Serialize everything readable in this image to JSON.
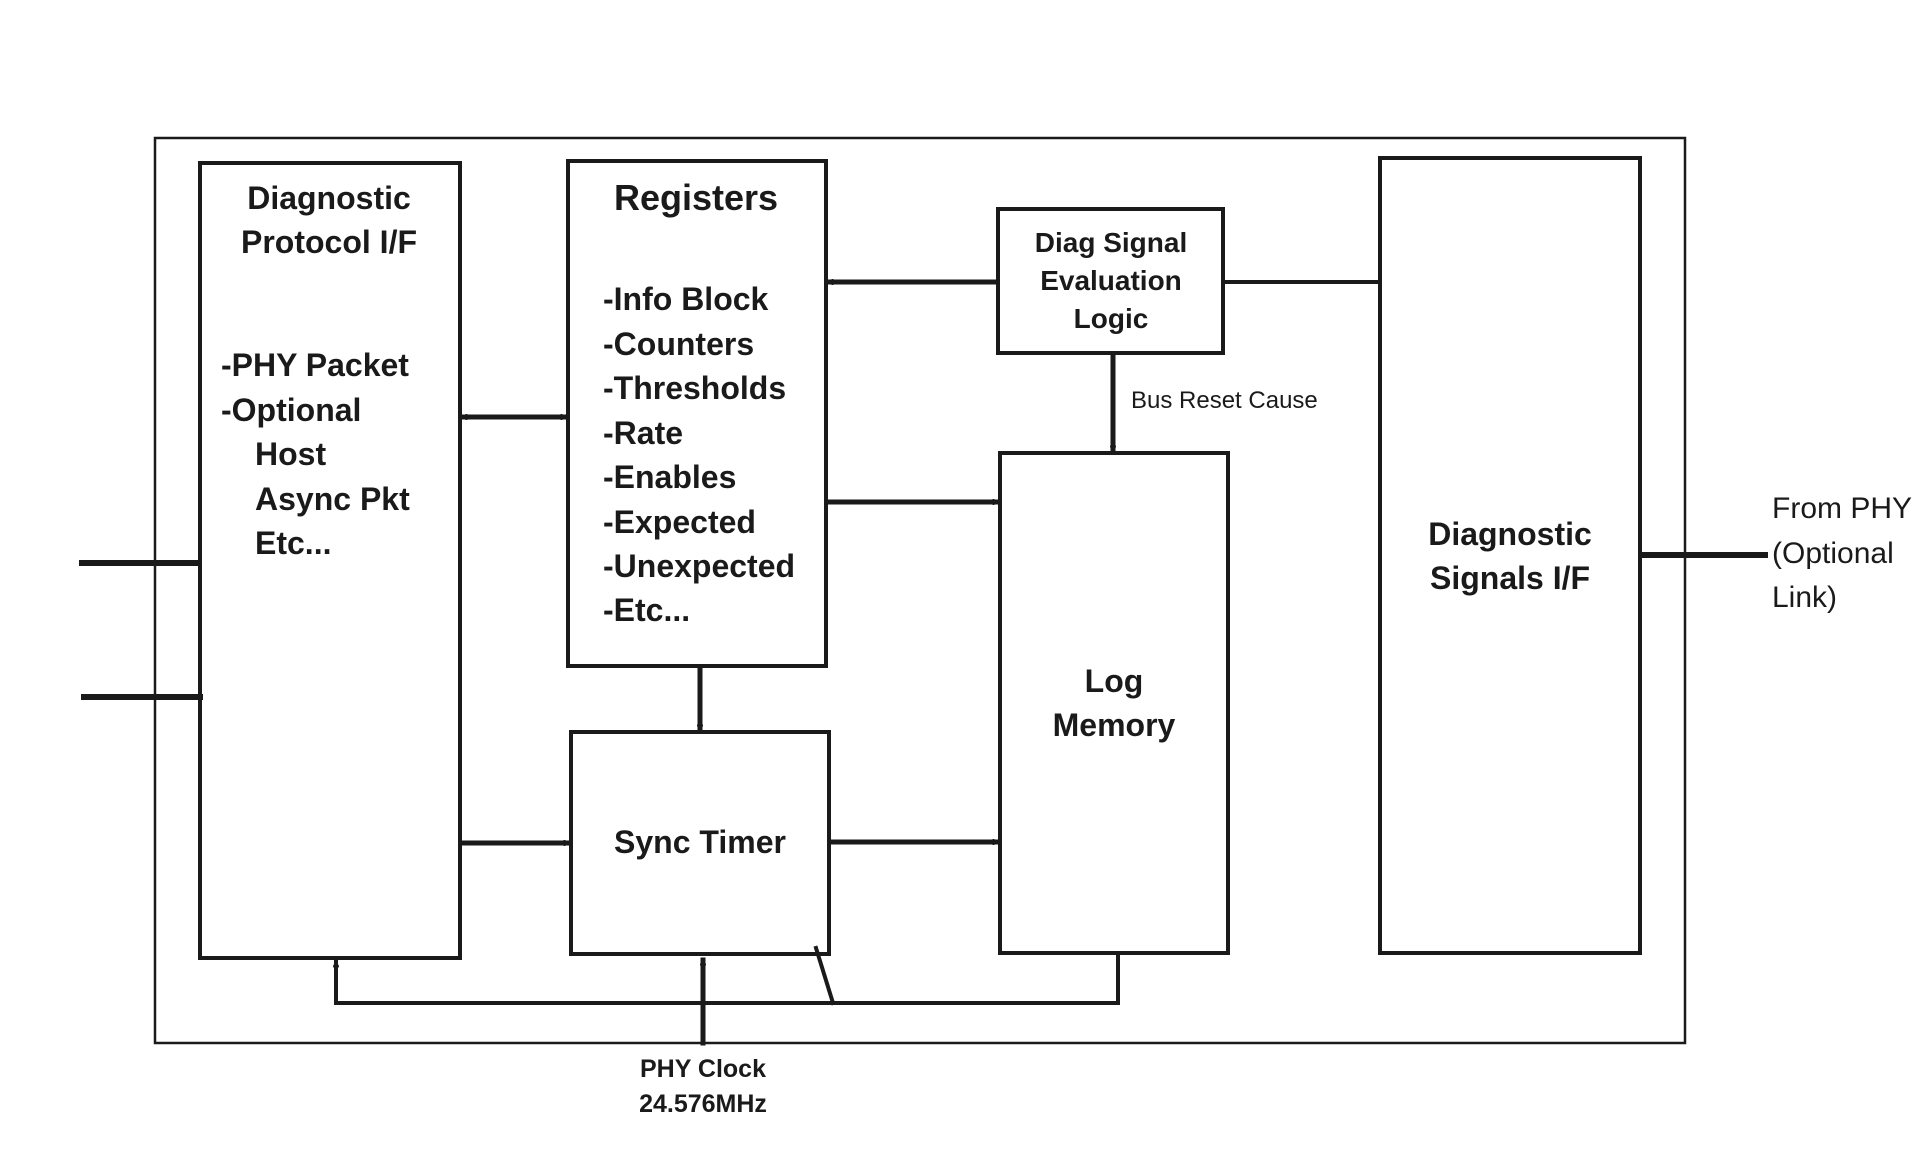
{
  "diagram": {
    "diagnostic_protocol": {
      "title_line1": "Diagnostic",
      "title_line2": "Protocol I/F",
      "items": [
        "-PHY Packet",
        "-Optional",
        "Host",
        "Async Pkt",
        "Etc..."
      ]
    },
    "registers": {
      "title": "Registers",
      "items": [
        "-Info Block",
        "-Counters",
        "-Thresholds",
        "-Rate",
        "-Enables",
        "-Expected",
        "-Unexpected",
        "-Etc..."
      ]
    },
    "diag_signal_eval": {
      "line1": "Diag Signal",
      "line2": "Evaluation",
      "line3": "Logic"
    },
    "bus_reset_cause": "Bus Reset Cause",
    "log_memory": {
      "line1": "Log",
      "line2": "Memory"
    },
    "diagnostic_signals": {
      "line1": "Diagnostic",
      "line2": "Signals I/F"
    },
    "sync_timer": "Sync Timer",
    "phy_clock": {
      "line1": "PHY Clock",
      "line2": "24.576MHz"
    },
    "from_phy": {
      "line1": "From PHY",
      "line2": "(Optional",
      "line3": "Link)"
    }
  }
}
